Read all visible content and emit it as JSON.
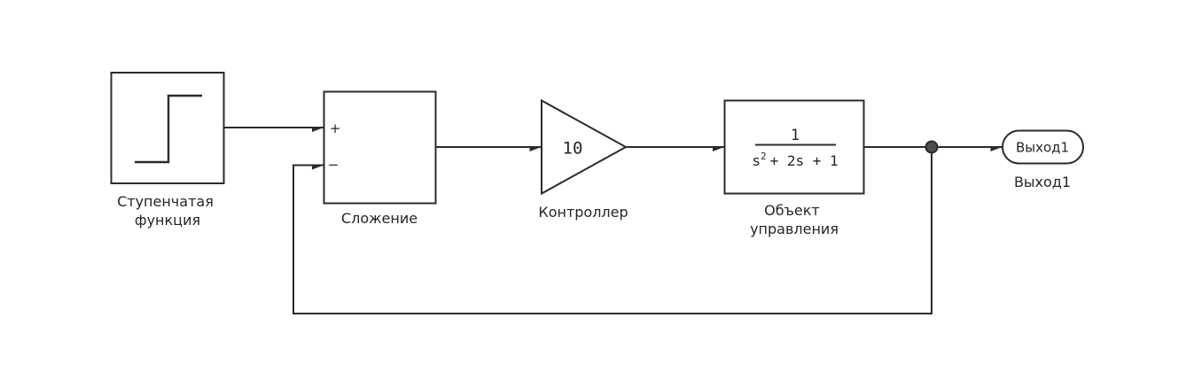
{
  "colors": {
    "canvas": "#ffffff",
    "line": "#2b2b2b",
    "text": "#262626",
    "block-fill": "#ffffff",
    "junction": "#4d4d4d"
  },
  "blocks": {
    "step": {
      "type": "step-source",
      "label_line1": "Ступенчатая",
      "label_line2": "функция"
    },
    "sum": {
      "type": "sum",
      "label": "Сложение",
      "port_plus": "+",
      "port_minus": "−"
    },
    "gain": {
      "type": "gain",
      "value": "10",
      "label": "Контроллер"
    },
    "plant": {
      "type": "transfer-function",
      "tf_numerator": "1",
      "tf_den_base": "s",
      "tf_den_sup": "2",
      "tf_den_rest": "+ 2s + 1",
      "label_line1": "Объект",
      "label_line2": "управления"
    },
    "outport": {
      "type": "outport",
      "port_text": "Выход1",
      "label": "Выход1"
    }
  }
}
